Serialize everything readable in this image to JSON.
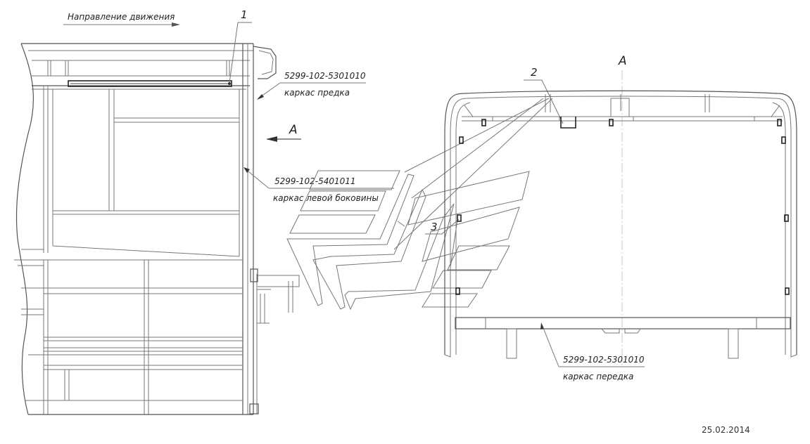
{
  "labels": {
    "direction": "Направление движения",
    "view_a_arrow": "А",
    "view_a_title": "А",
    "callout_1": "1",
    "callout_2": "2",
    "callout_3": "3",
    "part_front_top_code": "5299-102-5301010",
    "part_front_top_name": "каркас предка",
    "part_side_code": "5299-102-5401011",
    "part_side_name": "каркас левой боковины",
    "part_front_bottom_code": "5299-102-5301010",
    "part_front_bottom_name": "каркас передка",
    "date": "25.02.2014"
  },
  "colors": {
    "line": "#555555",
    "line_light": "#888888",
    "line_dark": "#222222",
    "background": "#ffffff"
  }
}
